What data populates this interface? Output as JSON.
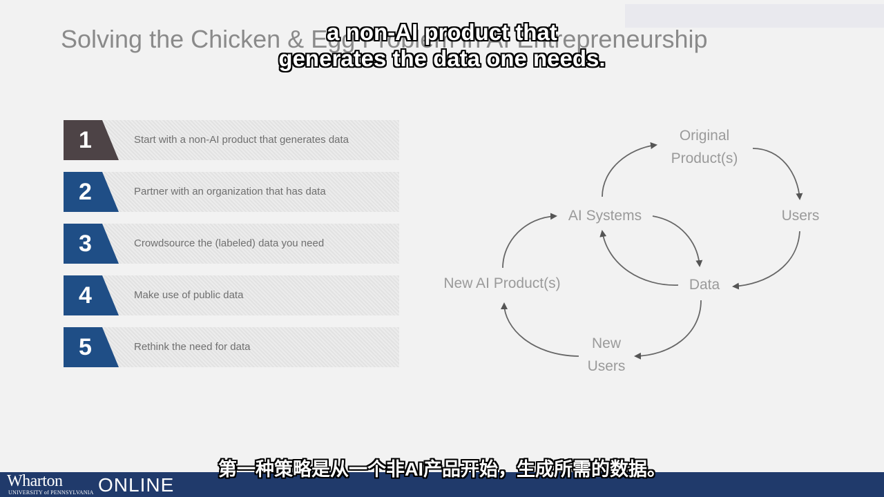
{
  "slide": {
    "title": "Solving the Chicken & Egg Problem in AI Entrepreneurship"
  },
  "subtitles": {
    "top_line1": "a non-AI product that",
    "top_line2": "generates the data one needs.",
    "bottom": "第一种策略是从一个非AI产品开始，生成所需的数据。"
  },
  "strategies": [
    {
      "number": "1",
      "label": "Start with a non-AI product that generates data",
      "active": true
    },
    {
      "number": "2",
      "label": "Partner with an organization that has data",
      "active": false
    },
    {
      "number": "3",
      "label": "Crowdsource the (labeled) data you need",
      "active": false
    },
    {
      "number": "4",
      "label": "Make use of public data",
      "active": false
    },
    {
      "number": "5",
      "label": "Rethink the need for data",
      "active": false
    }
  ],
  "cycle_diagram": {
    "original_products_line1": "Original",
    "original_products_line2": "Product(s)",
    "users": "Users",
    "ai_systems": "AI Systems",
    "data": "Data",
    "new_ai_products": "New AI Product(s)",
    "new_users_line1": "New",
    "new_users_line2": "Users"
  },
  "footer": {
    "brand": "Wharton",
    "brand_sub": "UNIVERSITY of PENNSYLVANIA",
    "online": "ONLINE"
  },
  "colors": {
    "badge_blue": "#1f4e86",
    "badge_active": "#4d4346",
    "footer_navy": "#203a6b",
    "diagram_gray": "#9a9a9a"
  }
}
